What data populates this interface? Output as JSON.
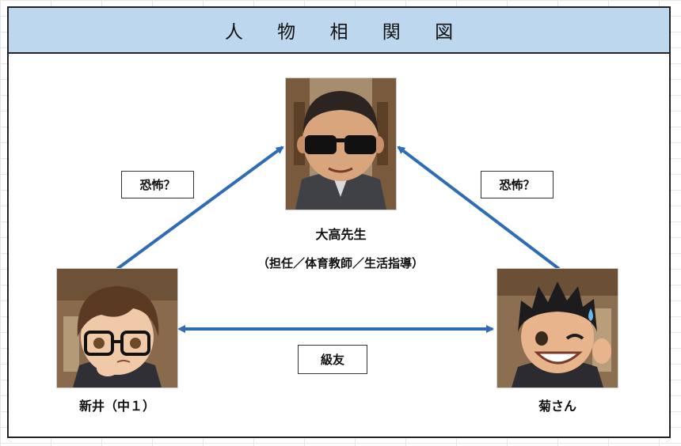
{
  "title": "人 物 相 関 図",
  "people": {
    "teacher": {
      "name": "大高先生",
      "role": "（担任／体育教師／生活指導）"
    },
    "arai": {
      "name": "新井（中１）"
    },
    "kiku": {
      "name": "菊さん"
    }
  },
  "relations": {
    "arai_to_teacher": "恐怖？",
    "kiku_to_teacher": "恐怖？",
    "arai_kiku": "級友"
  },
  "colors": {
    "title_bar": "#bdd7ee",
    "arrow": "#2e6db5",
    "border": "#222222"
  },
  "icons": {
    "teacher": "teacher-portrait",
    "arai": "arai-portrait",
    "kiku": "kiku-portrait"
  }
}
